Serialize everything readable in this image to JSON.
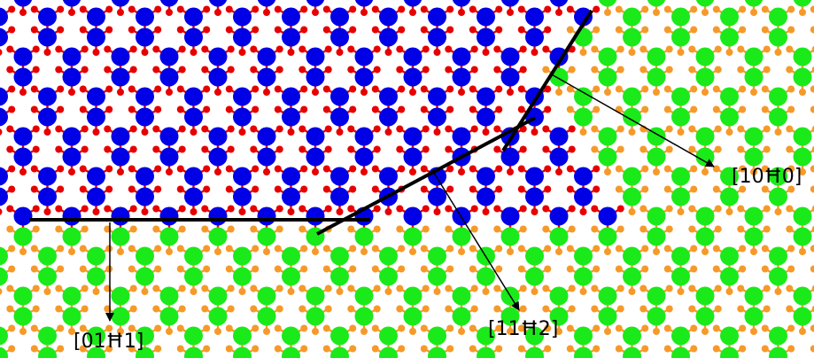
{
  "labels": {
    "dir_a": "[10Ħ0]",
    "dir_b": "[11Ħ2]",
    "dir_c": "[01Ħ1]"
  },
  "legend_colors": {
    "blue_atom": "#0000e6",
    "green_atom": "#1aea1a",
    "red_bond": "#e60000",
    "orange_bond": "#f59a2a",
    "boundary_line": "#000000"
  }
}
